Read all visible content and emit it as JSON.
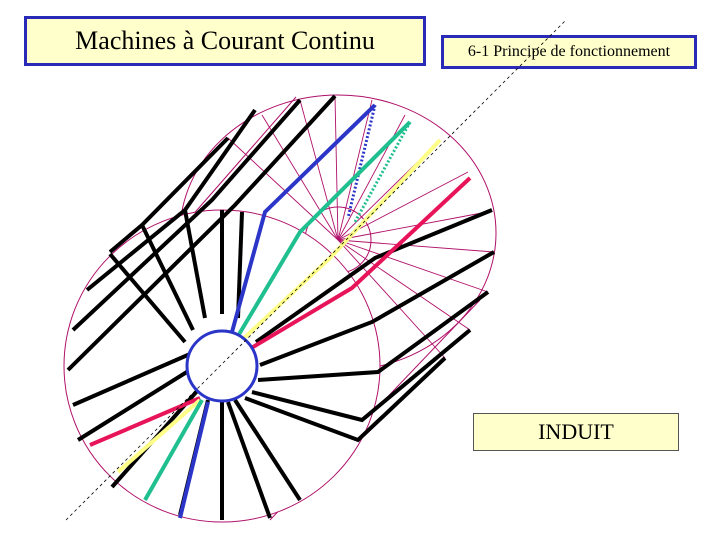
{
  "header": {
    "title": "Machines à Courant Continu",
    "subtitle": "6-1 Principe de fonctionnement"
  },
  "diagram": {
    "component_label": "INDUIT",
    "colors": {
      "border": "#2a2ab8",
      "box_fill": "#ffffcc",
      "cylinder_outline": "#b0106a",
      "conductor": "#000000",
      "blue": "#2b35c8",
      "green": "#1fbf8f",
      "yellow": "#ffff88",
      "red": "#e8145a"
    },
    "icons": [
      "armature-cylinder",
      "shaft",
      "axis-line"
    ]
  }
}
